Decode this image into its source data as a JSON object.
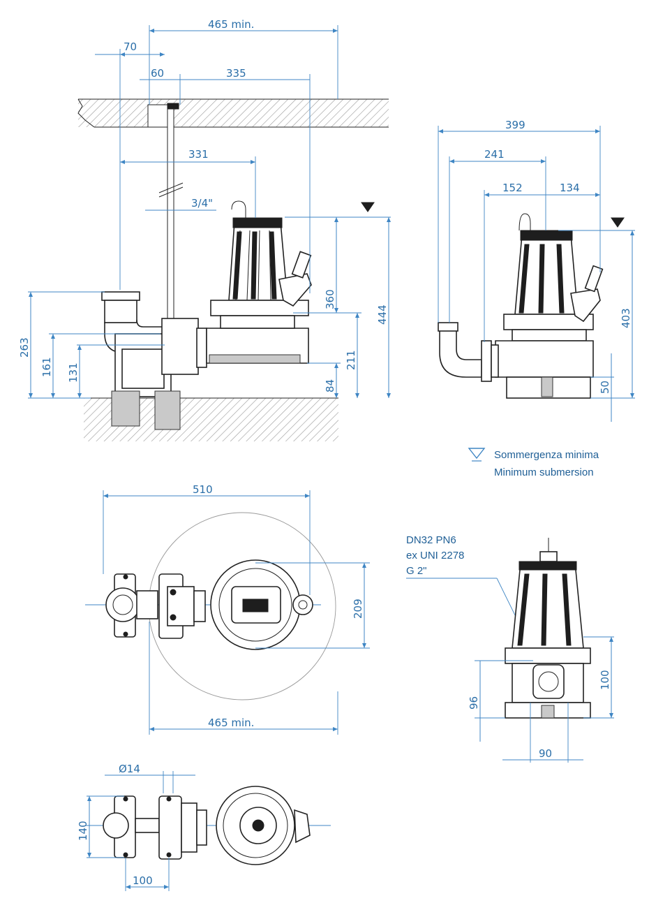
{
  "legend": {
    "line1": "Sommergenza minima",
    "line2": "Minimum submersion"
  },
  "connection_note": {
    "line1": "DN32 PN6",
    "line2": "ex UNI 2278",
    "line3": "G 2\""
  },
  "dimensions": {
    "front_install": {
      "d465_min": "465 min.",
      "d70": "70",
      "d60": "60",
      "d335": "335",
      "d331": "331",
      "d3_4": "3/4\"",
      "d360": "360",
      "d444": "444",
      "d211": "211",
      "d84": "84",
      "d263": "263",
      "d161": "161",
      "d131": "131"
    },
    "side_install": {
      "d399": "399",
      "d241": "241",
      "d152": "152",
      "d134": "134",
      "d403": "403",
      "d50": "50"
    },
    "top_view": {
      "d510": "510",
      "d209": "209",
      "d465_min": "465 min."
    },
    "pump_front": {
      "d100": "100",
      "d96": "96",
      "d90": "90"
    },
    "base_view": {
      "d14": "Ø14",
      "d140": "140",
      "d100": "100"
    }
  }
}
